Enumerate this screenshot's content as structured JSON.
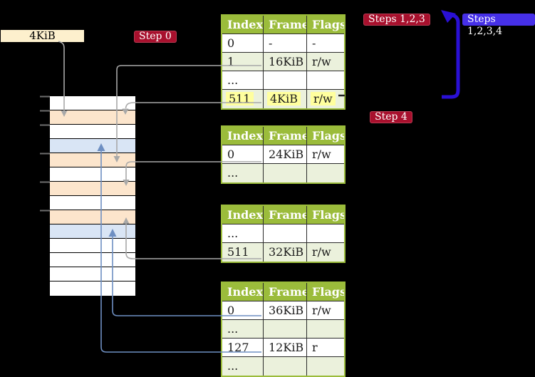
{
  "labels": {
    "size": "4KiB",
    "step0": "Step 0",
    "steps123": "Steps 1,2,3",
    "steps1234": "Steps 1,2,3,4",
    "step4": "Step 4"
  },
  "memory_column": {
    "rows": [
      "white",
      "orange",
      "white",
      "blue",
      "orange",
      "white",
      "orange",
      "white",
      "orange",
      "blue",
      "white",
      "white",
      "white",
      "white"
    ]
  },
  "tables": [
    {
      "headers": [
        "Index",
        "Frame",
        "Flags"
      ],
      "rows": [
        {
          "cells": [
            "0",
            "-",
            "-"
          ],
          "shaded": false,
          "highlight": false
        },
        {
          "cells": [
            "1",
            "16KiB",
            "r/w"
          ],
          "shaded": true,
          "highlight": false
        },
        {
          "cells": [
            "...",
            "",
            ""
          ],
          "shaded": false,
          "highlight": false
        },
        {
          "cells": [
            "511",
            "4KiB",
            "r/w"
          ],
          "shaded": true,
          "highlight": true
        }
      ]
    },
    {
      "headers": [
        "Index",
        "Frame",
        "Flags"
      ],
      "rows": [
        {
          "cells": [
            "0",
            "24KiB",
            "r/w"
          ],
          "shaded": false,
          "highlight": false
        },
        {
          "cells": [
            "...",
            "",
            ""
          ],
          "shaded": true,
          "highlight": false
        }
      ]
    },
    {
      "headers": [
        "Index",
        "Frame",
        "Flags"
      ],
      "rows": [
        {
          "cells": [
            "...",
            "",
            ""
          ],
          "shaded": false,
          "highlight": false
        },
        {
          "cells": [
            "511",
            "32KiB",
            "r/w"
          ],
          "shaded": true,
          "highlight": false
        }
      ]
    },
    {
      "headers": [
        "Index",
        "Frame",
        "Flags"
      ],
      "rows": [
        {
          "cells": [
            "0",
            "36KiB",
            "r/w"
          ],
          "shaded": false,
          "highlight": false
        },
        {
          "cells": [
            "...",
            "",
            ""
          ],
          "shaded": true,
          "highlight": false
        },
        {
          "cells": [
            "127",
            "12KiB",
            "r"
          ],
          "shaded": false,
          "highlight": false
        },
        {
          "cells": [
            "...",
            "",
            ""
          ],
          "shaded": true,
          "highlight": false
        }
      ]
    }
  ],
  "colors": {
    "table_header_bg": "#9bbc3b",
    "table_row_shaded": "#ebf1dc",
    "highlight": "#ffff9e",
    "memory_orange": "#fce5cc",
    "memory_blue": "#d9e5f5",
    "label_cream_bg": "#fdf0cd",
    "label_red_bg": "#a8102d",
    "label_blue_bg": "#4630e8",
    "arrow_grey": "#a8a8a8",
    "arrow_steel_blue": "#6e8fc2",
    "arrow_thick_blue": "#2a10d4"
  }
}
